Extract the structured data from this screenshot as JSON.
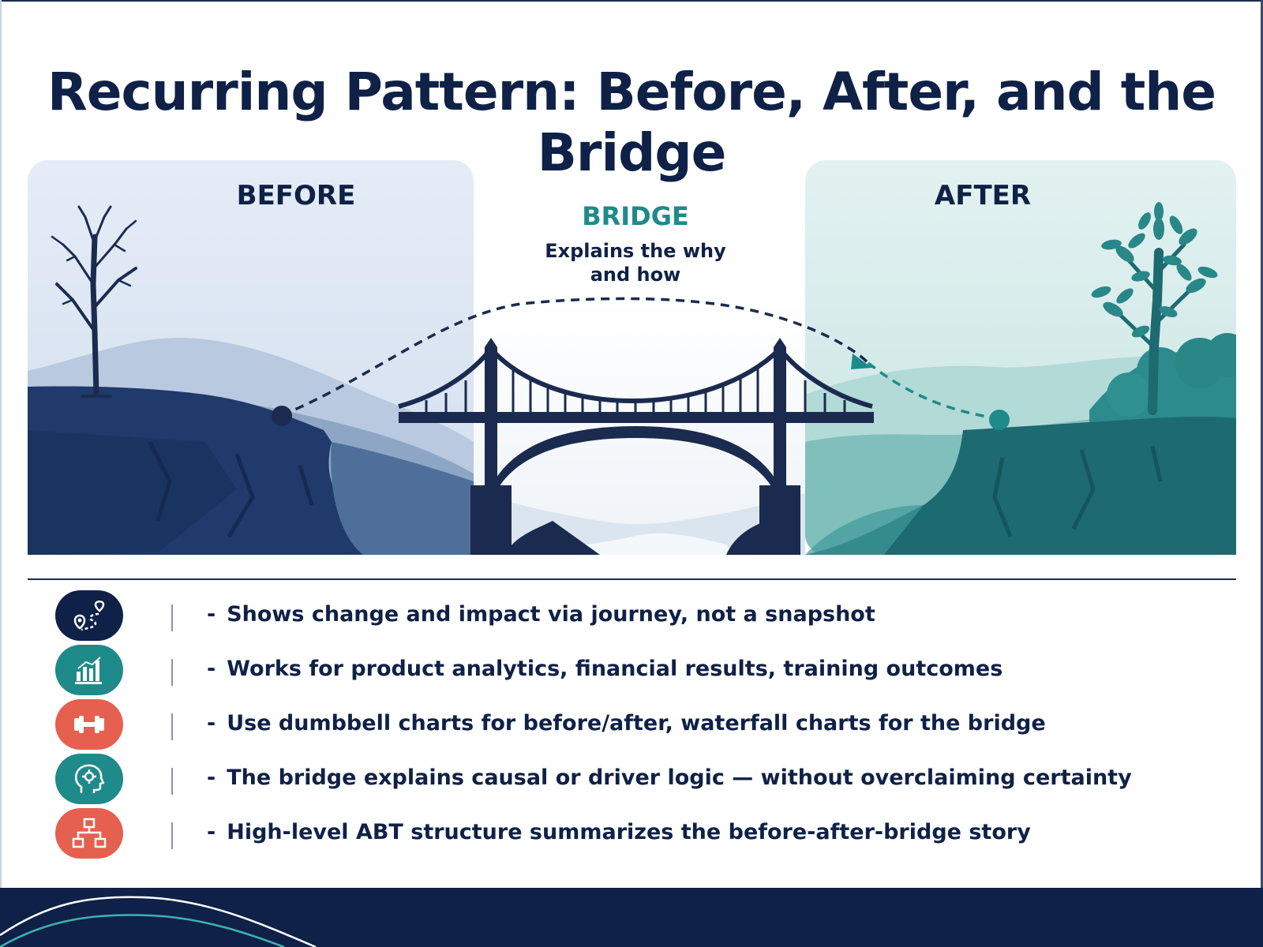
{
  "title": "Recurring Pattern: Before, After, and the Bridge",
  "diagram": {
    "before_label": "BEFORE",
    "after_label": "AFTER",
    "bridge_label": "BRIDGE",
    "bridge_description_line1": "Explains the why",
    "bridge_description_line2": "and how"
  },
  "points": [
    {
      "icon": "journey-path-icon",
      "color": "#0f2147",
      "text": "Shows change and impact via journey, not a snapshot"
    },
    {
      "icon": "bar-chart-icon",
      "color": "#1f8a8a",
      "text": "Works for product analytics, financial results, training outcomes"
    },
    {
      "icon": "dumbbell-icon",
      "color": "#e5604f",
      "text": "Use dumbbell charts for before/after, waterfall charts for the bridge"
    },
    {
      "icon": "head-gear-icon",
      "color": "#1f8a8a",
      "text": "The bridge explains causal or driver logic — without overclaiming certainty"
    },
    {
      "icon": "hierarchy-icon",
      "color": "#e5604f",
      "text": "High-level ABT structure summarizes the before-after-bridge story"
    }
  ],
  "bullet_marker": "-",
  "colors": {
    "navy": "#0f2147",
    "teal": "#1f8a8a",
    "coral": "#e5604f"
  }
}
